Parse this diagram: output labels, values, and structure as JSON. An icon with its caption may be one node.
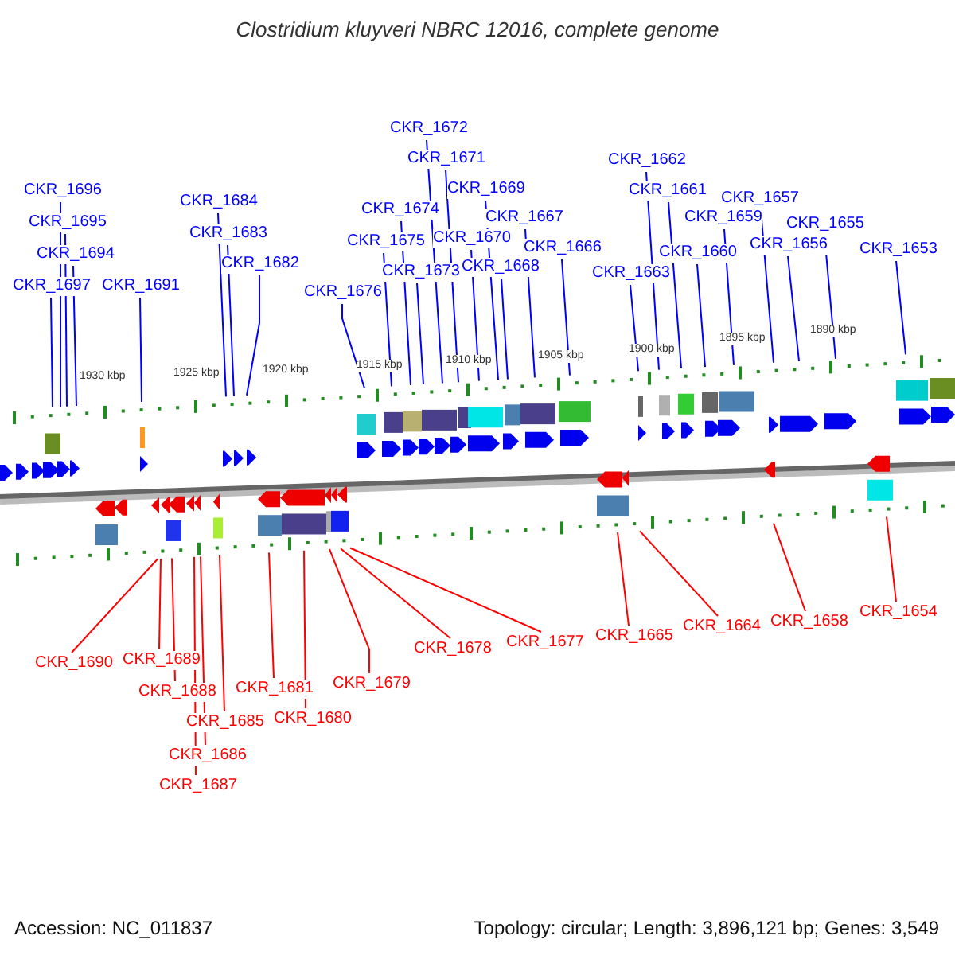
{
  "diagram": {
    "title": "Clostridium kluyveri NBRC 12016, complete genome",
    "nodes": [
      {
        "text": [
          "CKR_1696"
        ]
      },
      {
        "text": [
          "CKR_1695"
        ]
      },
      {
        "text": [
          "CKR_1694"
        ]
      },
      {
        "text": [
          "CKR_1697"
        ]
      },
      {
        "text": [
          "CKR_1691"
        ]
      },
      {
        "text": [
          "CKR_1684"
        ]
      },
      {
        "text": [
          "CKR_1683"
        ]
      },
      {
        "text": [
          "CKR_1682"
        ]
      },
      {
        "text": [
          "CKR_1672"
        ]
      },
      {
        "text": [
          "CKR_1671"
        ]
      },
      {
        "text": [
          "CKR_1674"
        ]
      },
      {
        "text": [
          "CKR_1669"
        ]
      },
      {
        "text": [
          "CKR_1675"
        ]
      },
      {
        "text": [
          "CKR_1670"
        ]
      },
      {
        "text": [
          "CKR_1667"
        ]
      },
      {
        "text": [
          "CKR_1673"
        ]
      },
      {
        "text": [
          "CKR_1668"
        ]
      },
      {
        "text": [
          "CKR_1666"
        ]
      },
      {
        "text": [
          "CKR_1676"
        ]
      },
      {
        "text": [
          "CKR_1662"
        ]
      },
      {
        "text": [
          "CKR_1661"
        ]
      },
      {
        "text": [
          "CKR_1657"
        ]
      },
      {
        "text": [
          "CKR_1659"
        ]
      },
      {
        "text": [
          "CKR_1655"
        ]
      },
      {
        "text": [
          "CKR_1660"
        ]
      },
      {
        "text": [
          "CKR_1656"
        ]
      },
      {
        "text": [
          "CKR_1653"
        ]
      },
      {
        "text": [
          "CKR_1663"
        ]
      },
      {
        "text": [
          "CKR_1654"
        ]
      },
      {
        "text": [
          "CKR_1658"
        ]
      },
      {
        "text": [
          "CKR_1664"
        ]
      },
      {
        "text": [
          "CKR_1677"
        ]
      },
      {
        "text": [
          "CKR_1665"
        ]
      },
      {
        "text": [
          "CKR_1678"
        ]
      },
      {
        "text": [
          "CKR_1690"
        ]
      },
      {
        "text": [
          "CKR_1689"
        ]
      },
      {
        "text": [
          "CKR_1681"
        ]
      },
      {
        "text": [
          "CKR_1679"
        ]
      },
      {
        "text": [
          "CKR_1688"
        ]
      },
      {
        "text": [
          "CKR_1680"
        ]
      },
      {
        "text": [
          "CKR_1685"
        ]
      },
      {
        "text": [
          "CKR_1686"
        ]
      },
      {
        "text": [
          "CKR_1687"
        ]
      }
    ],
    "edges": [
      {
        "from": 0,
        "to": null,
        "arrow": "none"
      },
      {
        "from": 1,
        "to": null,
        "arrow": "none"
      },
      {
        "from": 2,
        "to": null,
        "arrow": "none"
      },
      {
        "from": 3,
        "to": null,
        "arrow": "none"
      },
      {
        "from": 4,
        "to": null,
        "arrow": "none"
      },
      {
        "from": 5,
        "to": null,
        "arrow": "none"
      },
      {
        "from": 6,
        "to": null,
        "arrow": "none"
      },
      {
        "from": 7,
        "to": null,
        "arrow": "none"
      },
      {
        "from": 8,
        "to": null,
        "arrow": "none"
      },
      {
        "from": 9,
        "to": null,
        "arrow": "none"
      },
      {
        "from": 10,
        "to": null,
        "arrow": "none"
      },
      {
        "from": 11,
        "to": null,
        "arrow": "none"
      },
      {
        "from": 12,
        "to": null,
        "arrow": "none"
      },
      {
        "from": 13,
        "to": null,
        "arrow": "none"
      },
      {
        "from": 14,
        "to": null,
        "arrow": "none"
      },
      {
        "from": 15,
        "to": null,
        "arrow": "none"
      },
      {
        "from": 16,
        "to": null,
        "arrow": "none"
      },
      {
        "from": 17,
        "to": null,
        "arrow": "none"
      },
      {
        "from": 18,
        "to": null,
        "arrow": "none"
      },
      {
        "from": 19,
        "to": null,
        "arrow": "none"
      },
      {
        "from": 20,
        "to": null,
        "arrow": "none"
      },
      {
        "from": 21,
        "to": null,
        "arrow": "none"
      },
      {
        "from": 22,
        "to": null,
        "arrow": "none"
      },
      {
        "from": 23,
        "to": null,
        "arrow": "none"
      },
      {
        "from": 24,
        "to": null,
        "arrow": "none"
      },
      {
        "from": 25,
        "to": null,
        "arrow": "none"
      },
      {
        "from": 26,
        "to": null,
        "arrow": "none"
      },
      {
        "from": 27,
        "to": null,
        "arrow": "none"
      },
      {
        "from": 28,
        "to": null,
        "arrow": "none",
        "color": "#ff0000"
      },
      {
        "from": 29,
        "to": null,
        "arrow": "none",
        "color": "#ff0000"
      },
      {
        "from": 30,
        "to": null,
        "arrow": "none",
        "color": "#ff0000"
      },
      {
        "from": 31,
        "to": null,
        "arrow": "none",
        "color": "#ff0000"
      },
      {
        "from": 32,
        "to": null,
        "arrow": "none",
        "color": "#ff0000"
      },
      {
        "from": 33,
        "to": null,
        "arrow": "none",
        "color": "#ff0000"
      },
      {
        "from": 34,
        "to": null,
        "arrow": "none",
        "color": "#ff0000"
      },
      {
        "from": 35,
        "to": null,
        "arrow": "none",
        "color": "#ff0000"
      },
      {
        "from": 36,
        "to": null,
        "arrow": "none",
        "color": "#ff0000"
      },
      {
        "from": 37,
        "to": null,
        "arrow": "none",
        "color": "#ff0000"
      },
      {
        "from": 38,
        "to": null,
        "arrow": "none",
        "color": "#ff0000"
      },
      {
        "from": 39,
        "to": null,
        "arrow": "none",
        "color": "#ff0000"
      },
      {
        "from": 40,
        "to": null,
        "arrow": "none",
        "color": "#ff0000"
      },
      {
        "from": 41,
        "to": null,
        "arrow": "none",
        "color": "#ff0000"
      },
      {
        "from": 42,
        "to": null,
        "arrow": "none",
        "color": "#ff0000"
      }
    ],
    "labels": [
      "1930 kbp",
      "1925 kbp",
      "1920 kbp",
      "1915 kbp",
      "1910 kbp",
      "1905 kbp",
      "1900 kbp",
      "1895 kbp",
      "1890 kbp",
      "Accession: NC_011837",
      "Topology: circular; Length: 3,896,121 bp; Genes: 3,549"
    ]
  }
}
